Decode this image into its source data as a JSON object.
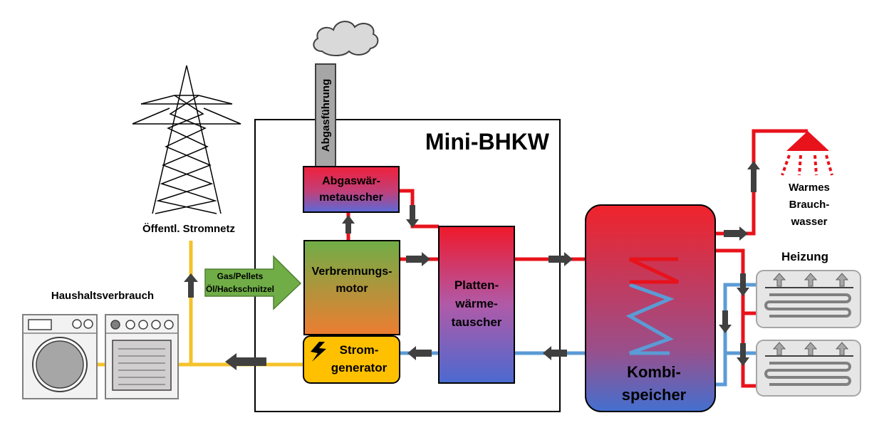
{
  "title": "Mini-BHKW",
  "labels": {
    "grid": "Öffentl. Stromnetz",
    "household": "Haushaltsverbrauch",
    "fuel_line1": "Gas/Pellets",
    "fuel_line2": "Öl/Hackschnitzel",
    "exhaust": "Abgasführung",
    "exhaust_hx_line1": "Abgaswär-",
    "exhaust_hx_line2": "metauscher",
    "engine_line1": "Verbrennungs-",
    "engine_line2": "motor",
    "generator_line1": "Strom-",
    "generator_line2": "generator",
    "plate_hx_line1": "Platten-",
    "plate_hx_line2": "wärme-",
    "plate_hx_line3": "tauscher",
    "storage_line1": "Kombi-",
    "storage_line2": "speicher",
    "hotwater_line1": "Warmes",
    "hotwater_line2": "Brauch-",
    "hotwater_line3": "wasser",
    "heating": "Heizung"
  },
  "colors": {
    "hot": "#e8121b",
    "cold": "#5b9bd5",
    "power": "#f5c22a",
    "arrow": "#404040",
    "fuel_arrow": "#70ad47",
    "generator": "#ffc000"
  },
  "icons": [
    "power-pylon-icon",
    "washing-machine-icon",
    "stove-icon",
    "lightning-icon",
    "shower-icon",
    "radiator-icon",
    "smoke-cloud-icon"
  ]
}
